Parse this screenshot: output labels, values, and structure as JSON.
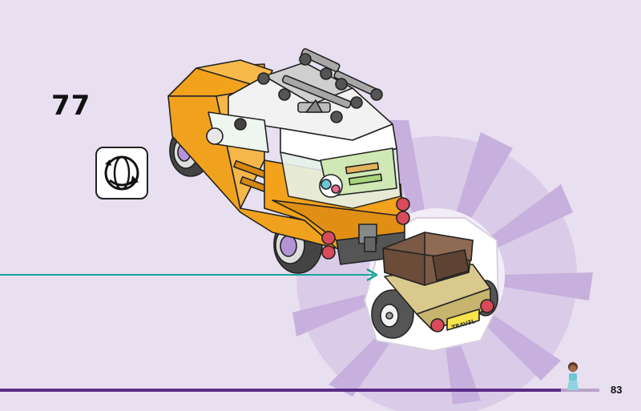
{
  "step": {
    "number": "77"
  },
  "callout": {
    "icon": "rotate-model-icon"
  },
  "trailer": {
    "plate_text": "TRAV3L"
  },
  "footer": {
    "page_number": "83"
  },
  "colors": {
    "background": "#e8dff0",
    "car_orange": "#f3a21c",
    "arrow_teal": "#1aa39a",
    "footer_purple": "#5b2d86",
    "trailer_brown": "#7a5a45"
  }
}
